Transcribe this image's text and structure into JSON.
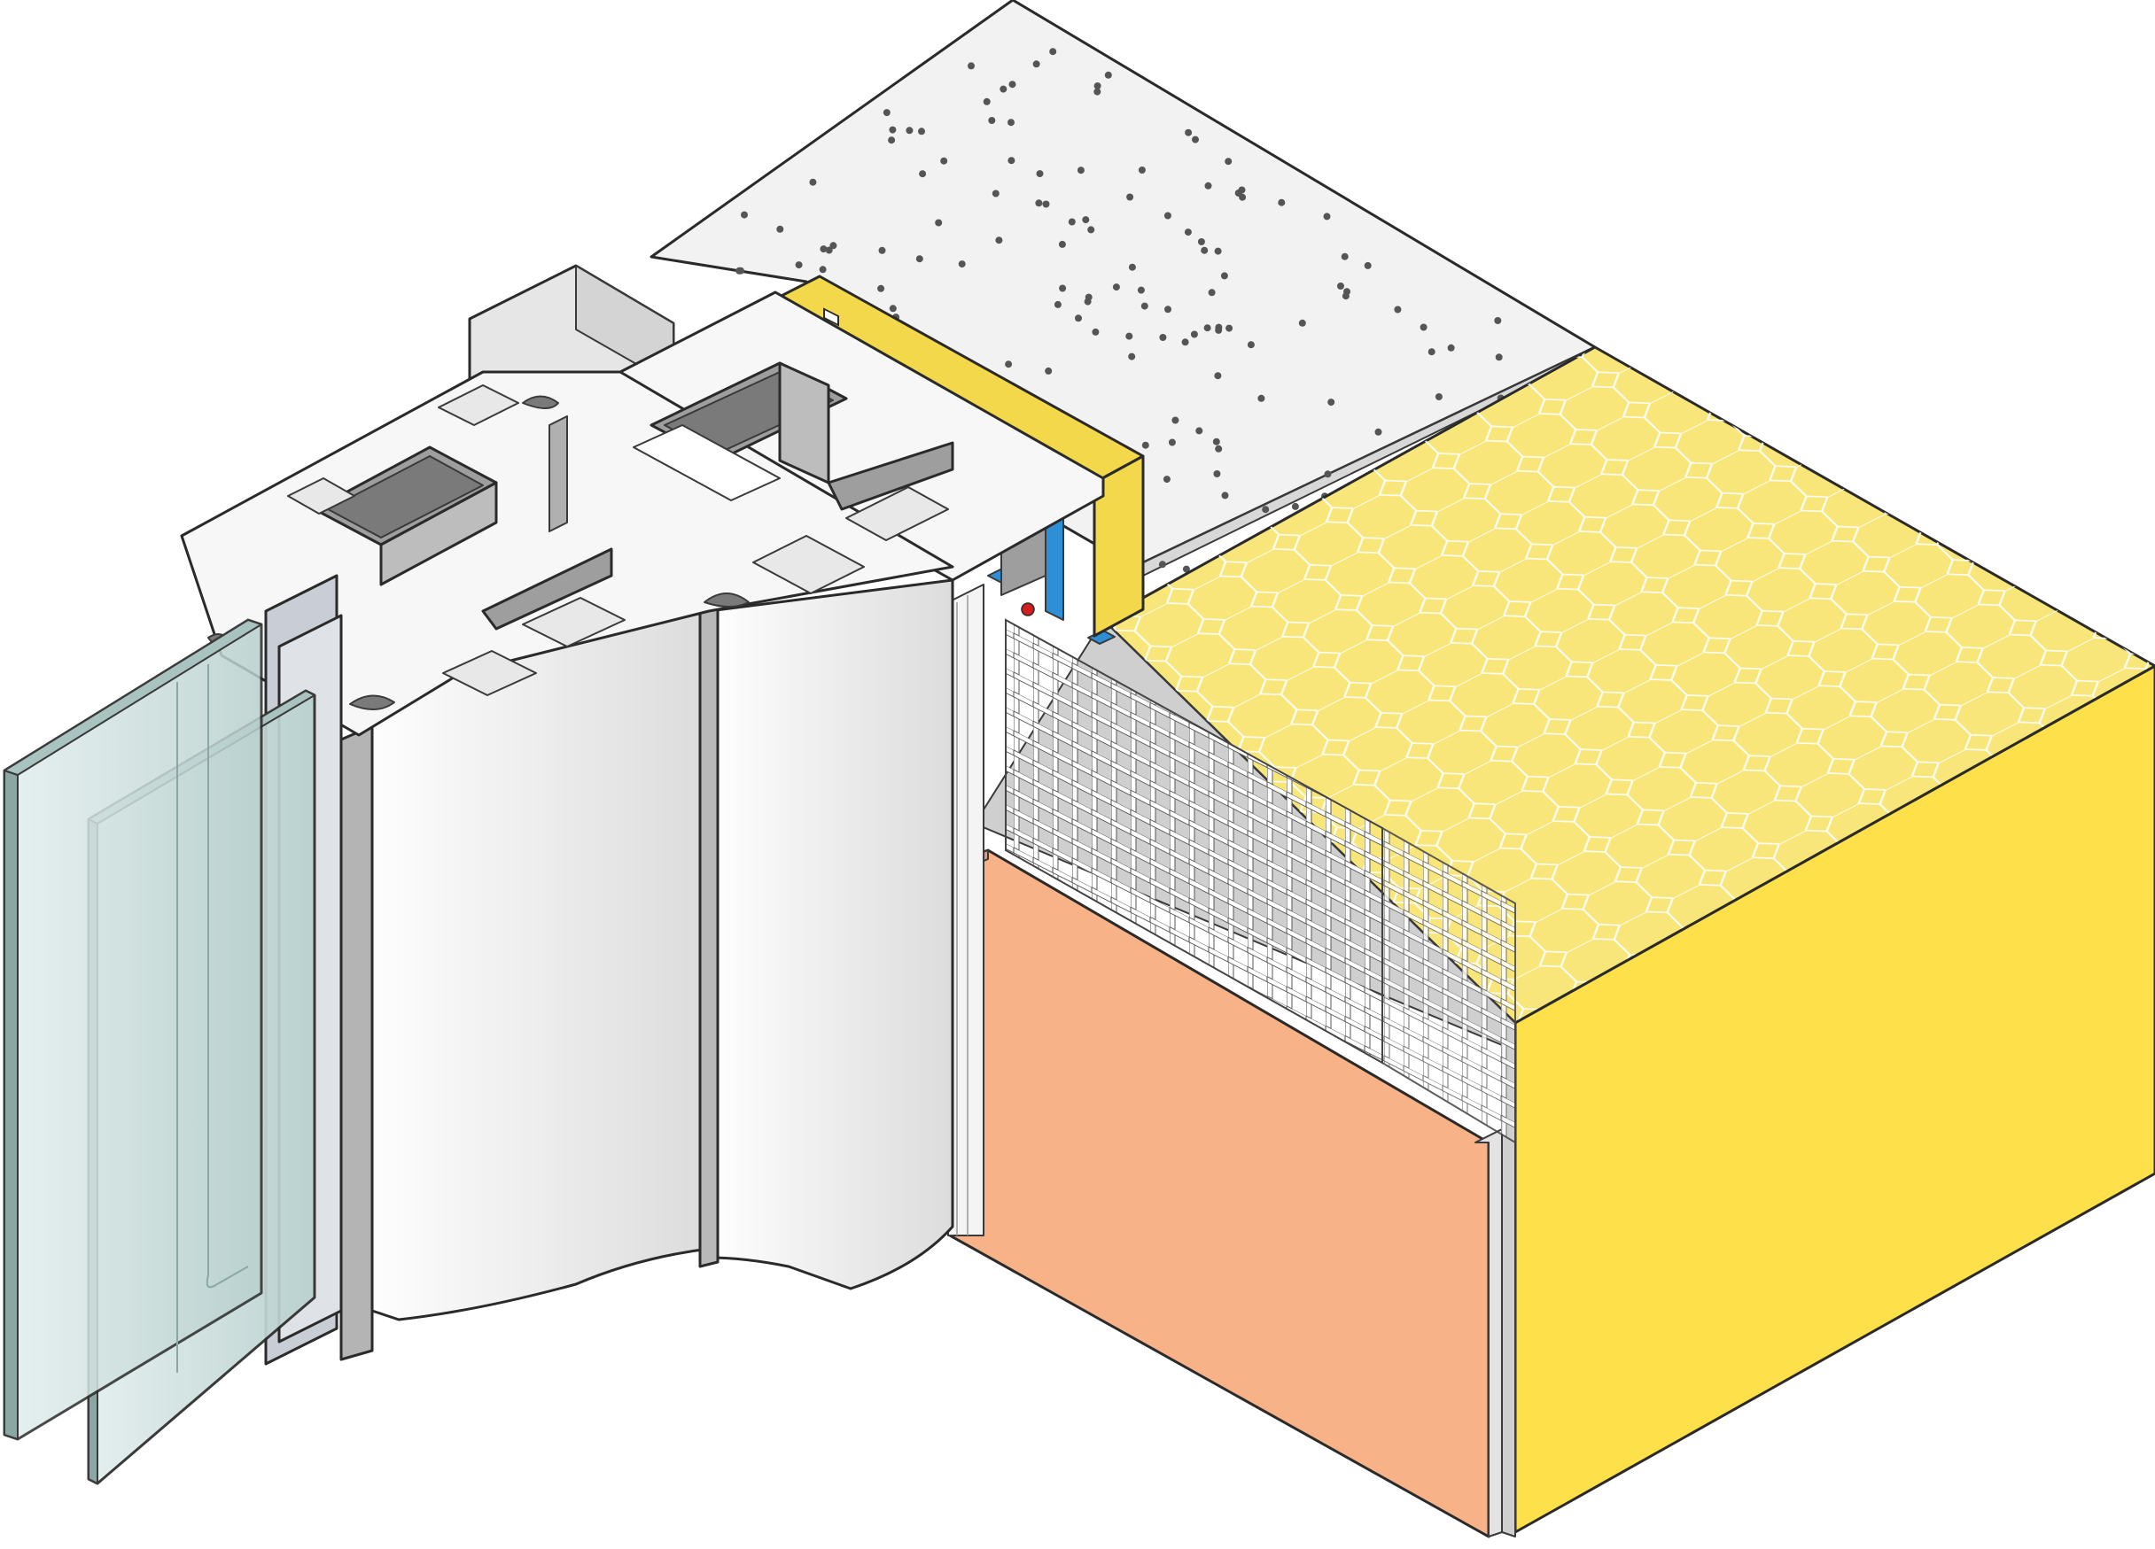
{
  "colors": {
    "background": "#ffffff",
    "wall_top": "#f2f2f2",
    "wall_dots": "#555555",
    "insulation_top": "#f9e67a",
    "insulation_front": "#fde04a",
    "honeycomb_line": "#ffffff",
    "render_face": "#f7b287",
    "render_edge": "#e59a6e",
    "pvc_white": "#f7f7f7",
    "pvc_shade": "#e3e3e3",
    "steel": "#9e9e9e",
    "steel_dark": "#7a7a7a",
    "glass": "#cfe3e2",
    "glass_edge": "#8aa7a3",
    "foam_tape": "#f2d84a",
    "profile_blue": "#2f8fd6",
    "gasket_red": "#d21e1e",
    "mesh": "#ffffff",
    "outline": "#2a2a2a"
  },
  "icons": [
    "honeycomb-pattern",
    "dot-pattern",
    "mesh-grid"
  ]
}
